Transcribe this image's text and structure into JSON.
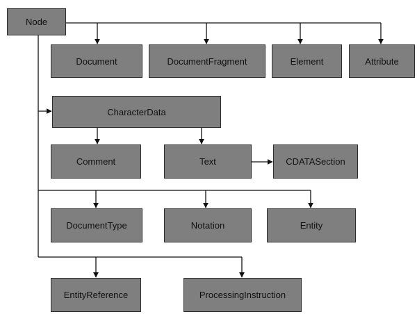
{
  "diagram": {
    "nodes": {
      "node": "Node",
      "document": "Document",
      "document_fragment": "DocumentFragment",
      "element": "Element",
      "attribute": "Attribute",
      "character_data": "CharacterData",
      "comment": "Comment",
      "text": "Text",
      "cdata_section": "CDATASection",
      "document_type": "DocumentType",
      "notation": "Notation",
      "entity": "Entity",
      "entity_reference": "EntityReference",
      "processing_instruction": "ProcessingInstruction"
    }
  },
  "colors": {
    "box_fill": "#7f7f7f",
    "box_border": "#2b2b2b",
    "connector": "#111111",
    "text": "#111111"
  }
}
